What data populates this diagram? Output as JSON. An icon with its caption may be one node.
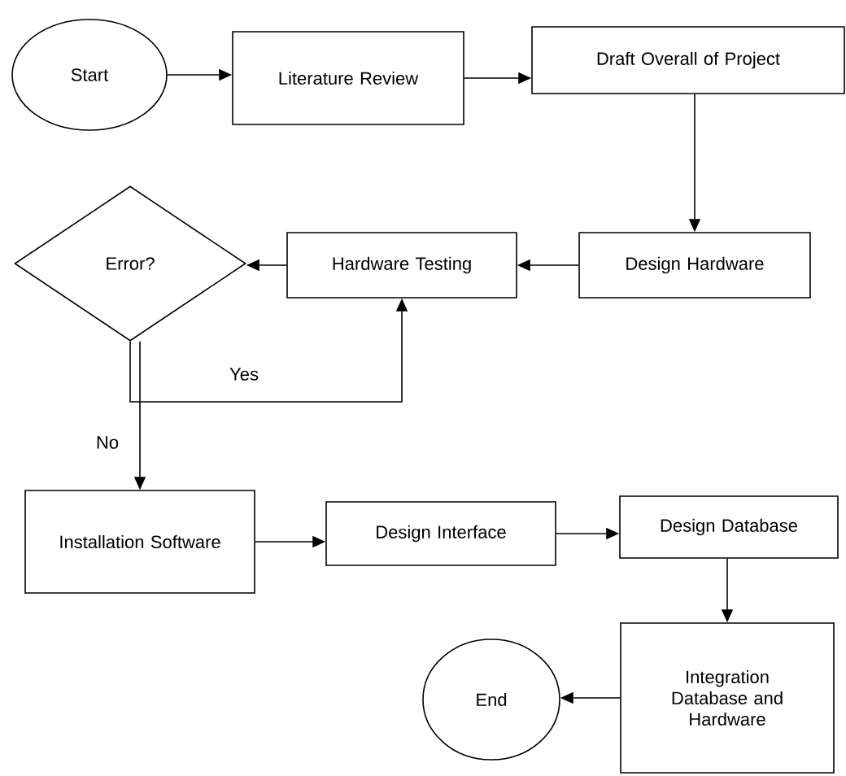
{
  "diagram": {
    "nodes": [
      {
        "text": [
          "Start"
        ]
      },
      {
        "text": [
          "Literature Review"
        ]
      },
      {
        "text": [
          "Draft Overall of Project"
        ]
      },
      {
        "text": [
          "Design Hardware"
        ]
      },
      {
        "text": [
          "Hardware Testing"
        ]
      },
      {
        "text": [
          "Error?"
        ]
      },
      {
        "text": [
          "Installation Software"
        ]
      },
      {
        "text": [
          "Design Interface"
        ]
      },
      {
        "text": [
          "Design Database"
        ]
      },
      {
        "text": [
          "Integration Database and Hardware"
        ]
      },
      {
        "text": [
          "End"
        ]
      }
    ],
    "edges": [
      {
        "from": 0,
        "to": 1,
        "arrow": "to"
      },
      {
        "from": 1,
        "to": 2,
        "arrow": "to"
      },
      {
        "from": 2,
        "to": 3,
        "arrow": "to"
      },
      {
        "from": 3,
        "to": 4,
        "arrow": "to"
      },
      {
        "from": 4,
        "to": 5,
        "arrow": "to"
      },
      {
        "from": 5,
        "to": 4,
        "label": "Yes",
        "arrow": "to"
      },
      {
        "from": 5,
        "to": 6,
        "label": "No",
        "arrow": "to"
      },
      {
        "from": 6,
        "to": 7,
        "arrow": "to"
      },
      {
        "from": 7,
        "to": 8,
        "arrow": "to"
      },
      {
        "from": 8,
        "to": 9,
        "arrow": "to"
      },
      {
        "from": 9,
        "to": 10,
        "arrow": "to"
      }
    ]
  }
}
